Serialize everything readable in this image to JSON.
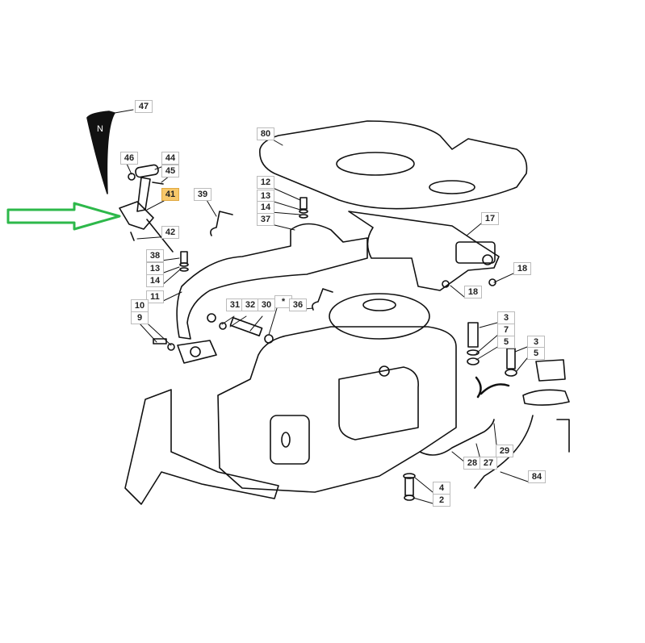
{
  "diagram": {
    "sign_letter": "N",
    "highlight_color": "#f7c86a",
    "arrow_color": "#2db84a",
    "highlighted_part": "41",
    "callouts": [
      "47",
      "46",
      "44",
      "45",
      "41",
      "39",
      "42",
      "38",
      "13",
      "14",
      "11",
      "10",
      "9",
      "31",
      "32",
      "30",
      "*",
      "80",
      "12",
      "13",
      "14",
      "37",
      "17",
      "18",
      "18",
      "36",
      "3",
      "7",
      "5",
      "3",
      "5",
      "29",
      "28",
      "27",
      "84",
      "4",
      "2"
    ]
  }
}
